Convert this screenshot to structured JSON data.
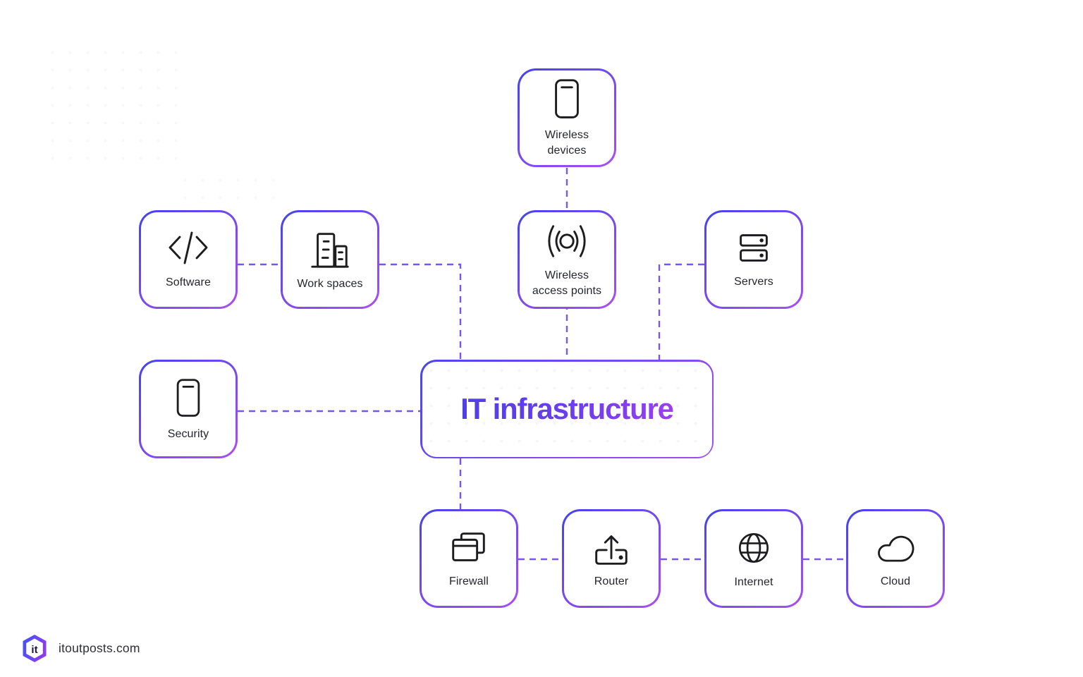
{
  "page": {
    "background": "#ffffff",
    "border_gradient_start": "#4443ee",
    "border_gradient_end": "#a84ff2",
    "connector_color": "#7657e8",
    "icon_stroke": "#1d1d1f",
    "label_color": "#25262b"
  },
  "diagram": {
    "center": {
      "id": "it-infrastructure",
      "label": "IT infrastructure"
    },
    "nodes": [
      {
        "id": "wireless-devices",
        "label": "Wireless\ndevices",
        "icon": "smartphone-icon"
      },
      {
        "id": "software",
        "label": "Software",
        "icon": "code-icon"
      },
      {
        "id": "work-spaces",
        "label": "Work spaces",
        "icon": "buildings-icon"
      },
      {
        "id": "wireless-access-points",
        "label": "Wireless\naccess points",
        "icon": "wireless-signal-icon"
      },
      {
        "id": "servers",
        "label": "Servers",
        "icon": "server-stack-icon"
      },
      {
        "id": "security",
        "label": "Security",
        "icon": "mobile-device-icon"
      },
      {
        "id": "firewall",
        "label": "Firewall",
        "icon": "windows-overlap-icon"
      },
      {
        "id": "router",
        "label": "Router",
        "icon": "upload-box-icon"
      },
      {
        "id": "internet",
        "label": "Internet",
        "icon": "globe-icon"
      },
      {
        "id": "cloud",
        "label": "Cloud",
        "icon": "cloud-icon"
      }
    ],
    "connections": [
      {
        "from": "wireless-devices",
        "to": "wireless-access-points"
      },
      {
        "from": "software",
        "to": "work-spaces"
      },
      {
        "from": "work-spaces",
        "to": "it-infrastructure"
      },
      {
        "from": "wireless-access-points",
        "to": "it-infrastructure"
      },
      {
        "from": "servers",
        "to": "it-infrastructure"
      },
      {
        "from": "security",
        "to": "it-infrastructure"
      },
      {
        "from": "it-infrastructure",
        "to": "firewall"
      },
      {
        "from": "firewall",
        "to": "router"
      },
      {
        "from": "router",
        "to": "internet"
      },
      {
        "from": "internet",
        "to": "cloud"
      }
    ]
  },
  "footer": {
    "website": "itoutposts.com",
    "logo": "itoutposts-logo",
    "logo_text": "it"
  }
}
